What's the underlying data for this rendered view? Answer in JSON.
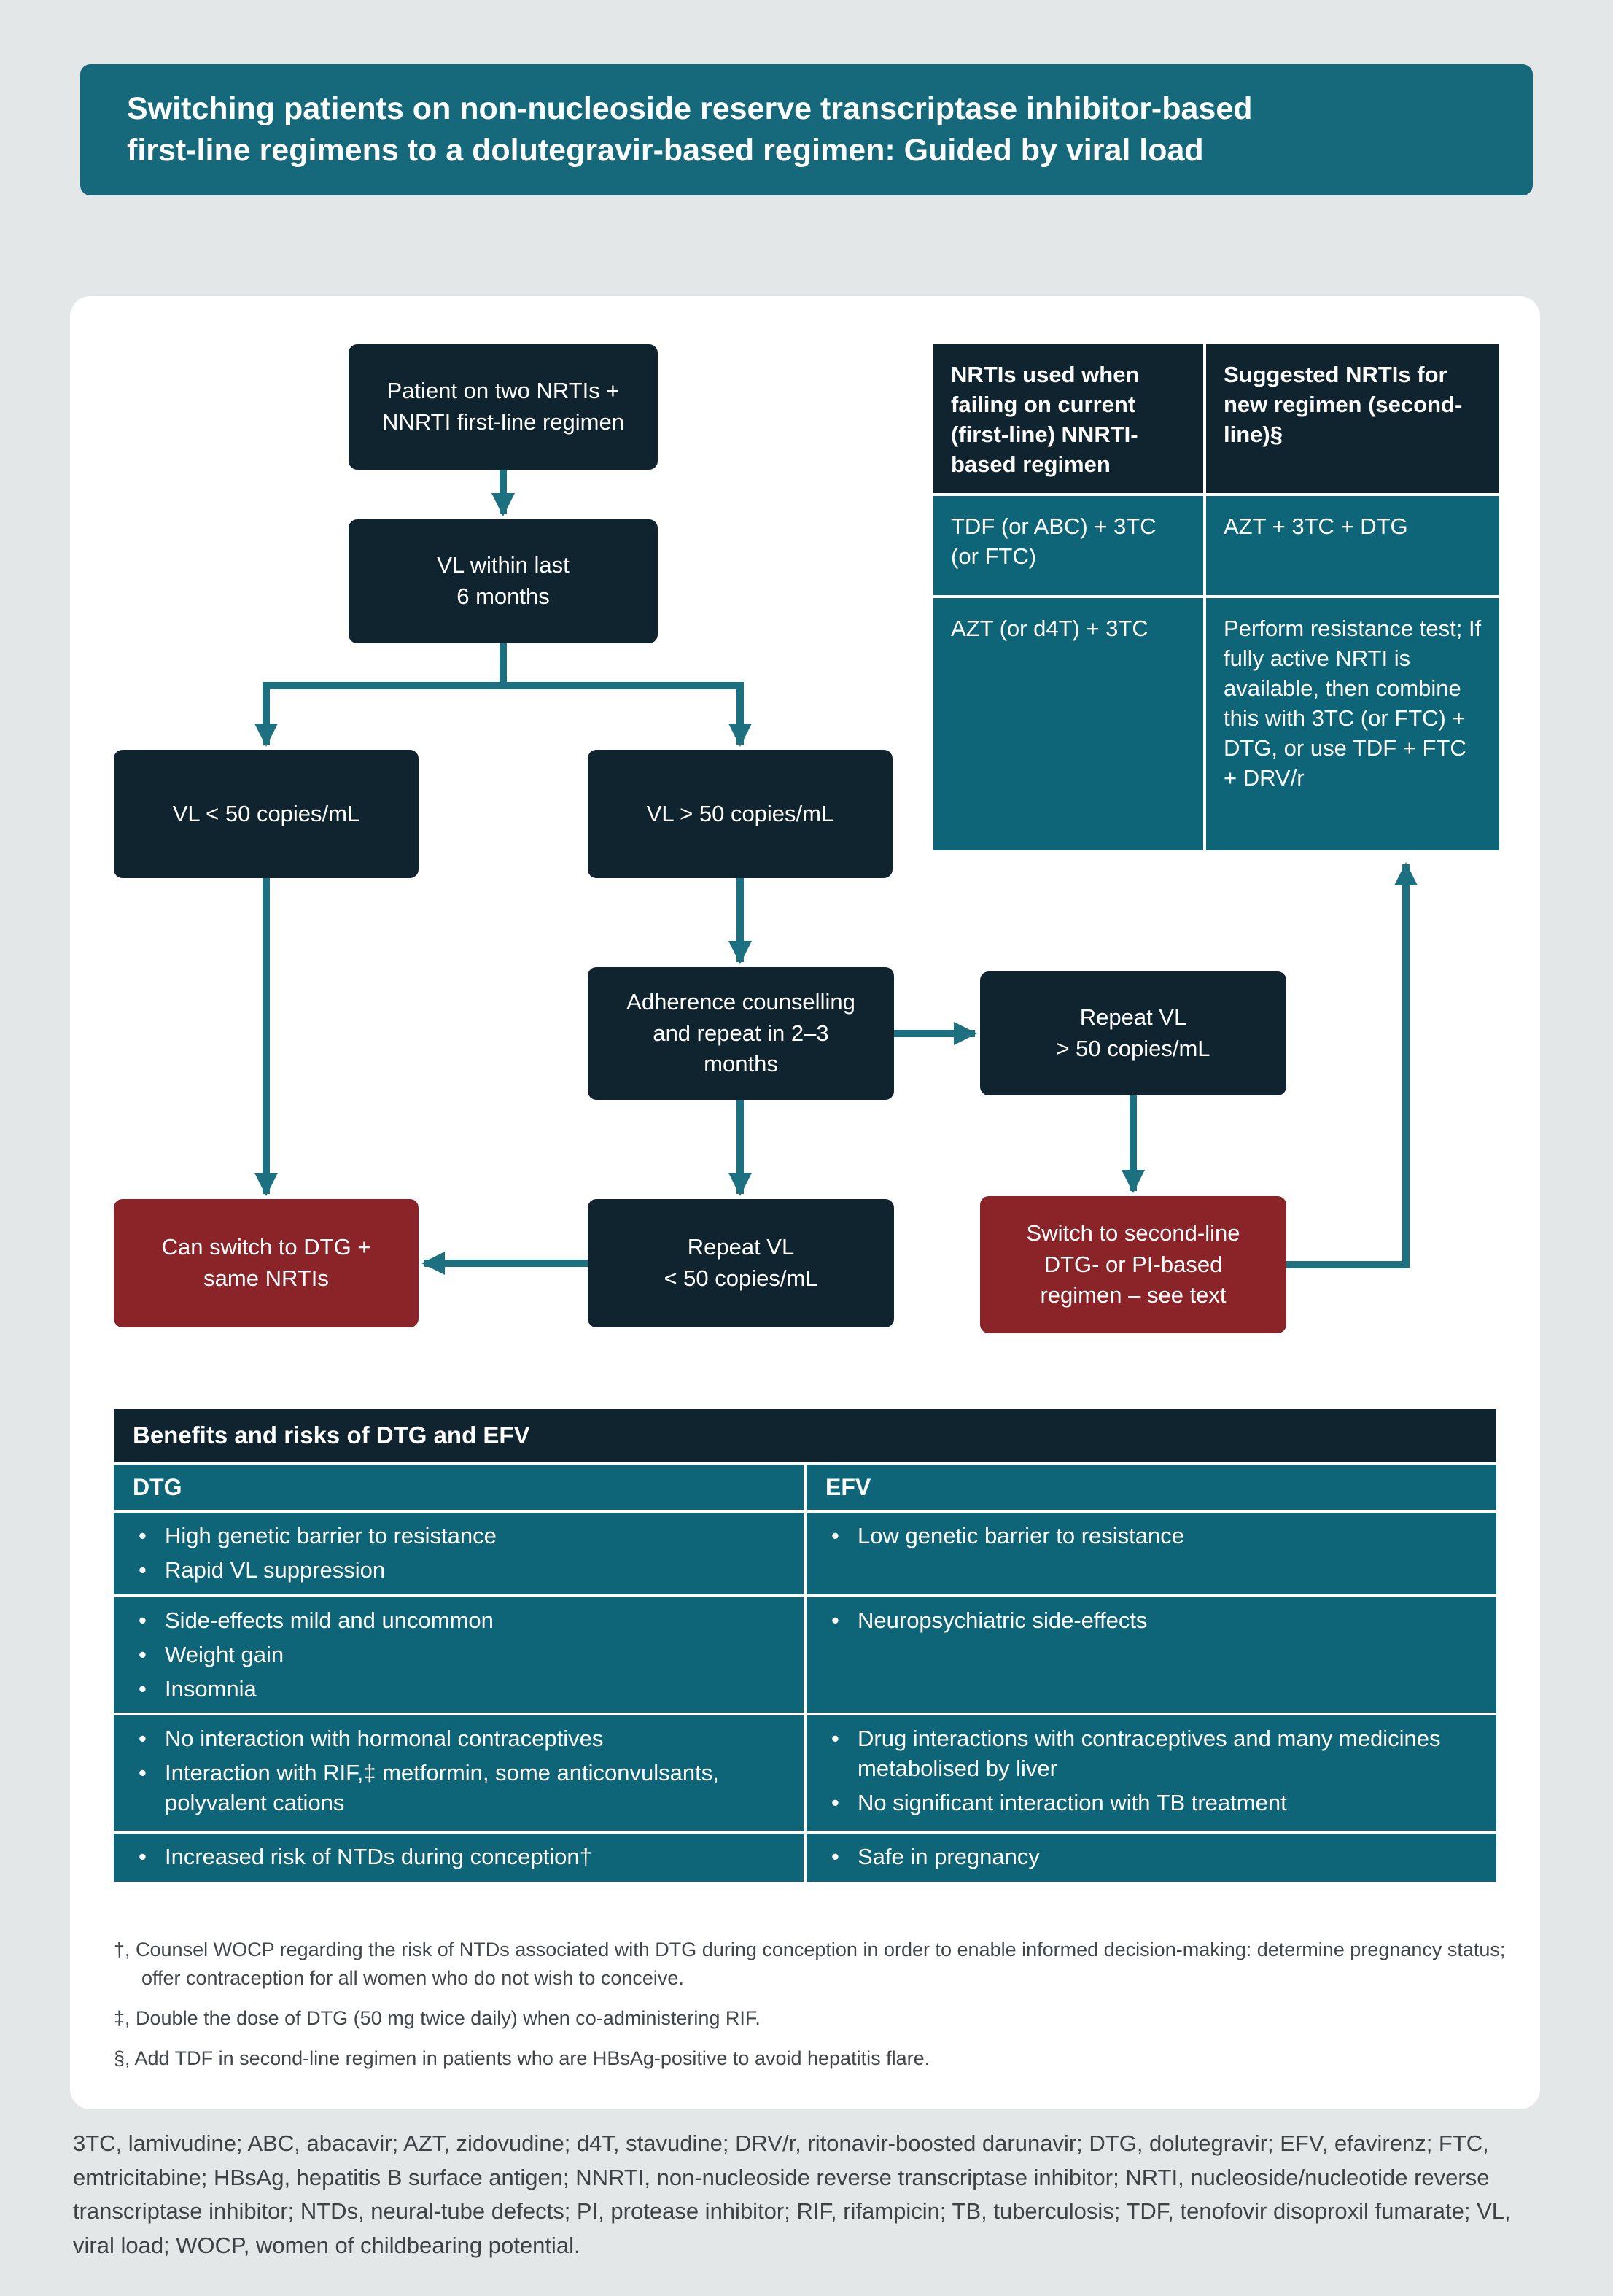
{
  "colors": {
    "page_background": "#e3e7e7",
    "banner_teal": "#16697a",
    "node_dark_navy": "#10242f",
    "node_dark_red": "#8a2428",
    "arrow_teal": "#1d7080",
    "table_teal": "#0e6577",
    "card_white": "#ffffff",
    "text_white": "#ffffff",
    "text_gray": "#41464b"
  },
  "banner": {
    "title": "Switching patients on non-nucleoside reserve transcriptase inhibitor-based\nfirst-line regimens to a dolutegravir-based regimen: Guided by viral load"
  },
  "flowchart": {
    "nodes": {
      "patient": "Patient on two NRTIs +\nNNRTI first-line regimen",
      "vl6": "VL within last\n6 months",
      "vl_lt50": "VL < 50 copies/mL",
      "vl_gt50": "VL > 50 copies/mL",
      "adherence": "Adherence counselling\nand repeat in 2–3\nmonths",
      "repeat_gt50": "Repeat VL\n> 50 copies/mL",
      "repeat_lt50": "Repeat VL\n< 50 copies/mL",
      "can_switch": "Can switch to DTG +\nsame NRTIs",
      "switch_second_line": "Switch to second-line\nDTG- or PI-based\nregimen – see text"
    }
  },
  "nrti_table": {
    "headers": [
      "NRTIs used when failing on current (first-line) NNRTI-based regimen",
      "Suggested NRTIs for new regimen (second-line)§"
    ],
    "rows": [
      [
        "TDF (or ABC) + 3TC (or FTC)",
        "AZT + 3TC + DTG"
      ],
      [
        "AZT (or d4T) + 3TC",
        "Perform resistance test; If fully active NRTI is available, then combine this with 3TC (or FTC) + DTG, or use TDF + FTC + DRV/r"
      ]
    ]
  },
  "benefits_table": {
    "title": "Benefits and risks of DTG and EFV",
    "columns": [
      "DTG",
      "EFV"
    ],
    "rows": [
      {
        "dtg": [
          "High genetic barrier to resistance",
          "Rapid VL suppression"
        ],
        "efv": [
          "Low genetic barrier to resistance"
        ]
      },
      {
        "dtg": [
          "Side-effects mild and uncommon",
          "Weight gain",
          "Insomnia"
        ],
        "efv": [
          "Neuropsychiatric side-effects"
        ]
      },
      {
        "dtg": [
          "No interaction with hormonal contraceptives",
          "Interaction with RIF,‡ metformin, some anticonvulsants, polyvalent cations"
        ],
        "efv": [
          "Drug interactions with contraceptives and many medicines metabolised by liver",
          "No significant interaction with TB treatment"
        ]
      },
      {
        "dtg": [
          "Increased risk of NTDs during conception†"
        ],
        "efv": [
          "Safe in pregnancy"
        ]
      }
    ]
  },
  "footnotes": [
    "†, Counsel WOCP regarding the risk of NTDs associated with DTG during conception in order to enable informed decision-making: determine pregnancy status; offer contraception for all women who do not wish to conceive.",
    "‡, Double the dose of DTG (50 mg twice daily) when co-administering RIF.",
    "§, Add TDF in second-line regimen in patients who are HBsAg-positive to avoid hepatitis flare."
  ],
  "abbreviations": "3TC, lamivudine; ABC, abacavir; AZT, zidovudine; d4T, stavudine; DRV/r, ritonavir-boosted darunavir; DTG, dolutegravir; EFV, efavirenz; FTC, emtricitabine; HBsAg, hepatitis B surface antigen; NNRTI, non-nucleoside reverse transcriptase inhibitor; NRTI, nucleoside/nucleotide reverse transcriptase inhibitor; NTDs, neural-tube defects; PI, protease inhibitor; RIF, rifampicin; TB, tuberculosis; TDF, tenofovir disoproxil fumarate; VL, viral load; WOCP, women of childbearing potential."
}
